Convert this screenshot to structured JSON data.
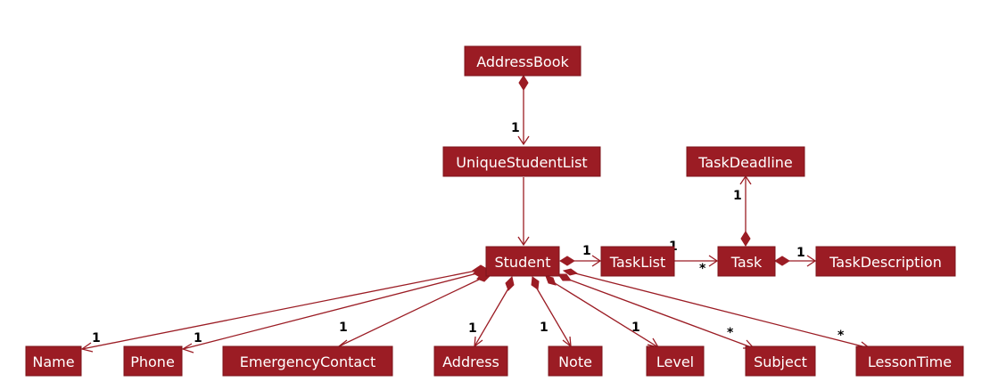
{
  "colors": {
    "box": "#9b1c24",
    "edge": "#9b1c24",
    "label": "#ffffff",
    "multiplicity": "#000000"
  },
  "classes": {
    "address_book": "AddressBook",
    "unique_student_list": "UniqueStudentList",
    "student": "Student",
    "task_list": "TaskList",
    "task": "Task",
    "task_deadline": "TaskDeadline",
    "task_description": "TaskDescription",
    "name": "Name",
    "phone": "Phone",
    "emergency_contact": "EmergencyContact",
    "address": "Address",
    "note": "Note",
    "level": "Level",
    "subject": "Subject",
    "lesson_time": "LessonTime"
  },
  "multiplicities": {
    "addressbook_uniquestudentlist": "1",
    "student_tasklist": "1",
    "tasklist_task_source": "1",
    "tasklist_task_target": "*",
    "task_taskdeadline": "1",
    "task_taskdescription": "1",
    "student_name": "1",
    "student_phone": "1",
    "student_emergencycontact": "1",
    "student_address": "1",
    "student_note": "1",
    "student_level": "1",
    "student_subject": "*",
    "student_lessontime": "*"
  }
}
